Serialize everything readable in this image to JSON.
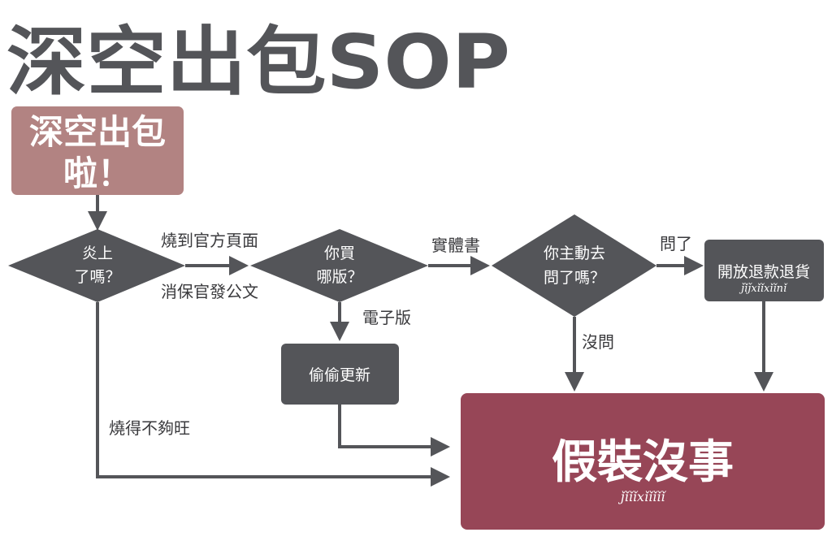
{
  "title": "深空出包SOP",
  "colors": {
    "dark": "#545559",
    "rose": "#b28382",
    "crimson": "#974657",
    "text_dark": "#3a3a3d",
    "white": "#ffffff"
  },
  "nodes": {
    "start": {
      "line1": "深空出包",
      "line2": "啦！"
    },
    "flamed": {
      "line1": "炎上",
      "line2": "了嗎？"
    },
    "version": {
      "line1": "你買",
      "line2": "哪版？"
    },
    "asked": {
      "line1": "你主動去",
      "line2": "問了嗎？"
    },
    "refund": {
      "label": "開放退款退貨",
      "script": "ǰǐǰxǐǐxǐǐnǐ"
    },
    "update": {
      "label": "偷偷更新"
    },
    "pretend": {
      "label": "假裝沒事",
      "script": "ǰǐǐǐxǐǐǐǐǐ"
    }
  },
  "edges": {
    "flamed_to_version_top": "燒到官方頁面",
    "flamed_to_version_bottom": "消保官發公文",
    "version_to_asked": "實體書",
    "version_to_update": "電子版",
    "asked_to_refund": "問了",
    "asked_to_pretend": "沒問",
    "flamed_to_pretend": "燒得不夠旺"
  }
}
